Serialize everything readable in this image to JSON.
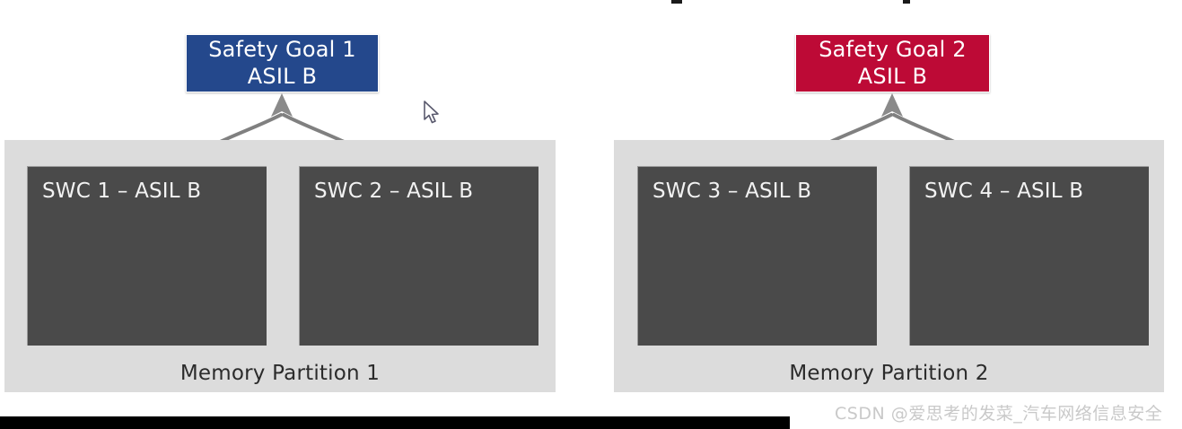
{
  "diagram": {
    "title_hidden": "",
    "goals": [
      {
        "id": "goal-1",
        "line1": "Safety Goal 1",
        "line2": "ASIL B",
        "color": "#24488c"
      },
      {
        "id": "goal-2",
        "line1": "Safety Goal 2",
        "line2": "ASIL B",
        "color": "#bd0a36"
      }
    ],
    "partitions": [
      {
        "id": "partition-1",
        "label": "Memory Partition 1",
        "background": "#dcdcdc",
        "components": [
          {
            "id": "swc-1",
            "label": "SWC 1 – ASIL B"
          },
          {
            "id": "swc-2",
            "label": "SWC 2 – ASIL B"
          }
        ]
      },
      {
        "id": "partition-2",
        "label": "Memory Partition 2",
        "background": "#dcdcdc",
        "components": [
          {
            "id": "swc-3",
            "label": "SWC 3 – ASIL B"
          },
          {
            "id": "swc-4",
            "label": "SWC 4 – ASIL B"
          }
        ]
      }
    ],
    "component_color": "#4a4a4a",
    "connector_color": "#808080"
  },
  "watermark": {
    "text": "CSDN @爱思考的发菜_汽车网络信息安全",
    "color": "#c9c9c9"
  }
}
